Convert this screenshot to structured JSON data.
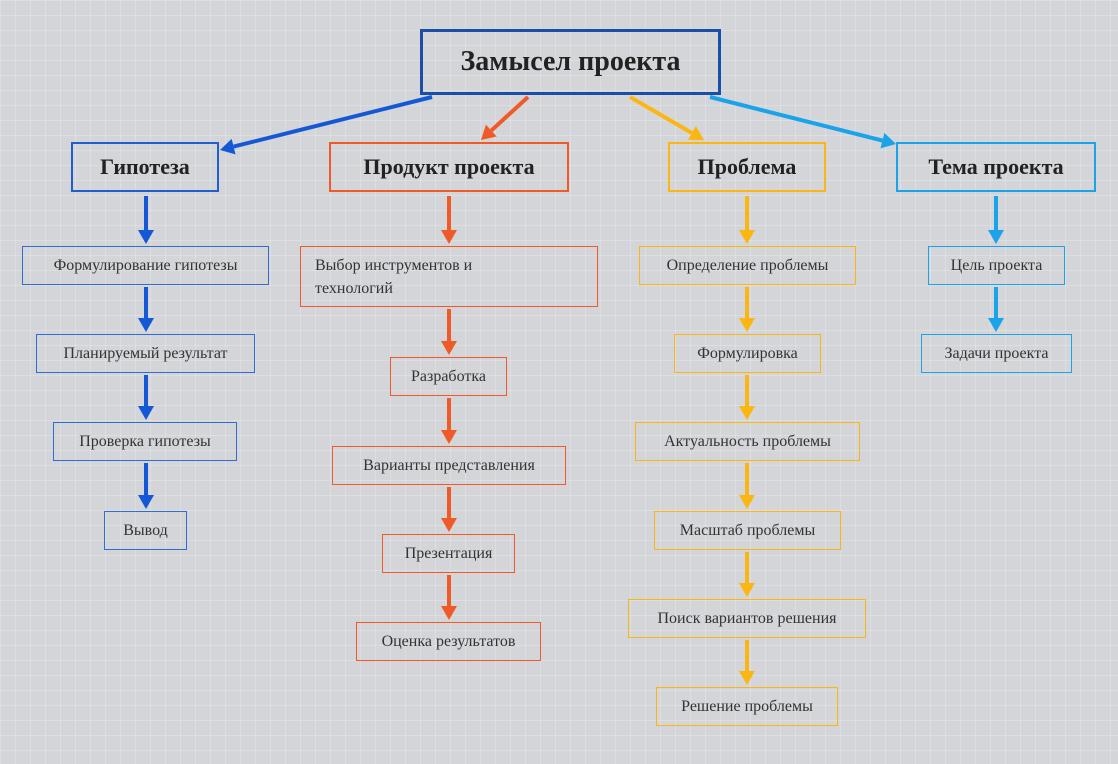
{
  "root": {
    "label": "Замысел проекта"
  },
  "colors": {
    "root": "#1a4fa8",
    "hypothesis": "#1558d6",
    "product": "#f05a28",
    "problem": "#fbb614",
    "topic": "#1aa3e8"
  },
  "branches": [
    {
      "title": "Гипотеза",
      "items": [
        "Формулирование гипотезы",
        "Планируемый результат",
        "Проверка гипотезы",
        "Вывод"
      ]
    },
    {
      "title": "Продукт проекта",
      "items": [
        "Выбор инструментов и технологий",
        "Разработка",
        "Варианты представления",
        "Презентация",
        "Оценка результатов"
      ]
    },
    {
      "title": "Проблема",
      "items": [
        "Определение проблемы",
        "Формулировка",
        "Актуальность проблемы",
        "Масштаб проблемы",
        "Поиск вариантов решения",
        "Решение проблемы"
      ]
    },
    {
      "title": "Тема проекта",
      "items": [
        "Цель проекта",
        "Задачи проекта"
      ]
    }
  ]
}
